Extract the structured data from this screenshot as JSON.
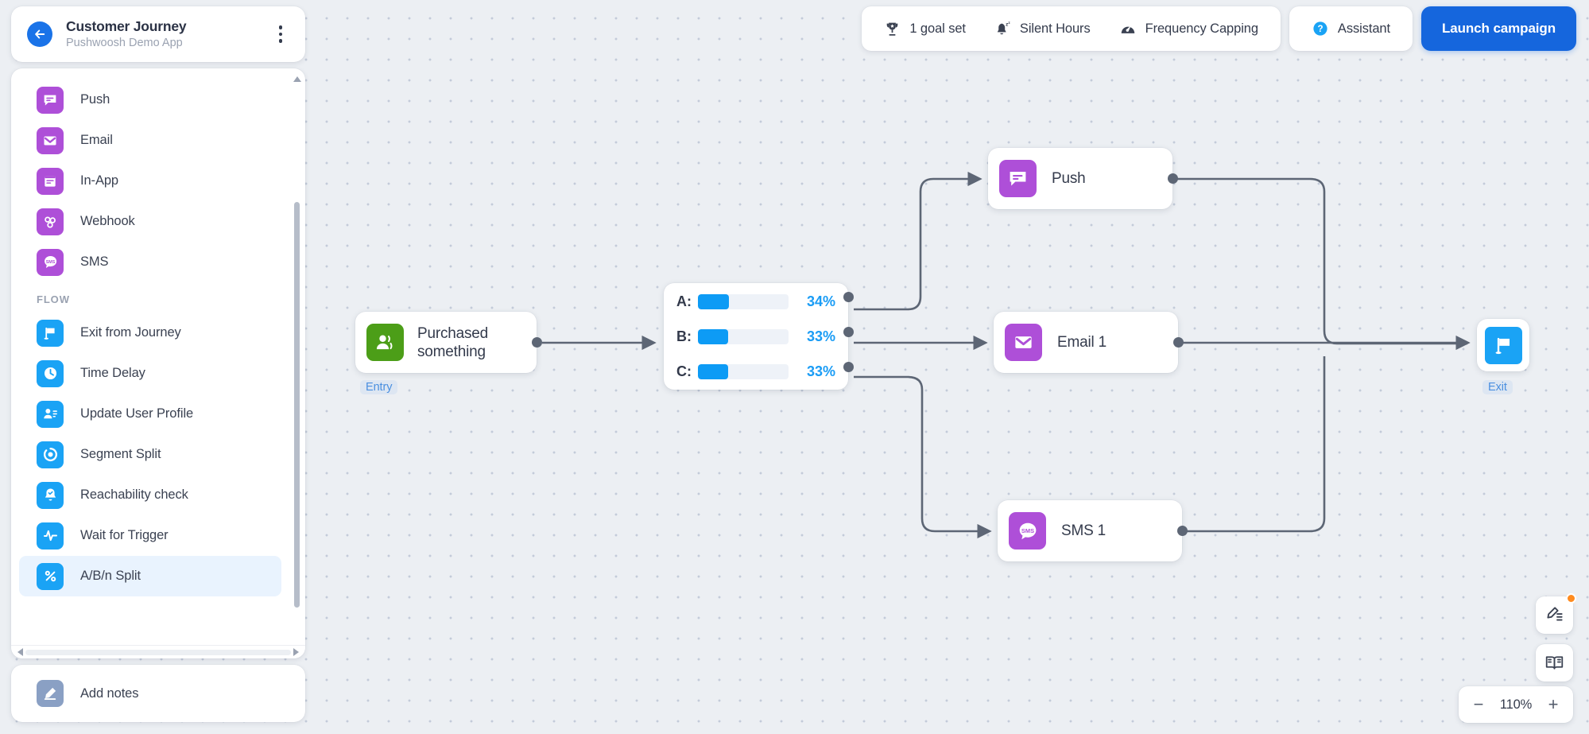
{
  "header": {
    "back_icon": "back-arrow-icon",
    "title": "Customer Journey",
    "subtitle": "Pushwoosh Demo App",
    "menu_icon": "kebab-menu-icon"
  },
  "sidebar": {
    "channels": [
      {
        "label": "Push",
        "icon": "push-icon",
        "color": "#ae4fd8"
      },
      {
        "label": "Email",
        "icon": "email-icon",
        "color": "#ae4fd8"
      },
      {
        "label": "In-App",
        "icon": "in-app-icon",
        "color": "#ae4fd8"
      },
      {
        "label": "Webhook",
        "icon": "webhook-icon",
        "color": "#ae4fd8"
      },
      {
        "label": "SMS",
        "icon": "sms-icon",
        "color": "#ae4fd8"
      }
    ],
    "section_title": "FLOW",
    "flow": [
      {
        "label": "Exit from Journey",
        "icon": "flag-icon",
        "color": "#1aa3f5",
        "selected": false
      },
      {
        "label": "Time Delay",
        "icon": "clock-icon",
        "color": "#1aa3f5",
        "selected": false
      },
      {
        "label": "Update User Profile",
        "icon": "user-edit-icon",
        "color": "#1aa3f5",
        "selected": false
      },
      {
        "label": "Segment Split",
        "icon": "segment-icon",
        "color": "#1aa3f5",
        "selected": false
      },
      {
        "label": "Reachability check",
        "icon": "bell-check-icon",
        "color": "#1aa3f5",
        "selected": false
      },
      {
        "label": "Wait for Trigger",
        "icon": "pulse-icon",
        "color": "#1aa3f5",
        "selected": false
      },
      {
        "label": "A/B/n Split",
        "icon": "percent-icon",
        "color": "#1aa3f5",
        "selected": true
      }
    ],
    "notes": {
      "label": "Add notes",
      "icon": "note-pen-icon",
      "color": "#8aa0c4"
    }
  },
  "toolbar": {
    "items": [
      {
        "label": "1 goal set",
        "icon": "trophy-icon"
      },
      {
        "label": "Silent Hours",
        "icon": "bell-sleep-icon"
      },
      {
        "label": "Frequency Capping",
        "icon": "speedometer-icon"
      }
    ],
    "assistant": {
      "label": "Assistant",
      "icon": "question-circle-icon"
    },
    "launch_label": "Launch campaign",
    "accent_color": "#1566dd"
  },
  "canvas": {
    "nodes": {
      "entry": {
        "label": "Purchased something",
        "icon": "audience-icon",
        "color": "#4c9e18",
        "badge": "Entry"
      },
      "push": {
        "label": "Push",
        "icon": "push-icon",
        "color": "#ae4fd8"
      },
      "email": {
        "label": "Email 1",
        "icon": "email-icon",
        "color": "#ae4fd8"
      },
      "sms": {
        "label": "SMS 1",
        "icon": "sms-icon",
        "color": "#ae4fd8"
      },
      "exit": {
        "icon": "flag-icon",
        "color": "#1aa3f5",
        "badge": "Exit"
      }
    },
    "split": {
      "bar_color": "#0d9bf5",
      "rows": [
        {
          "key": "A:",
          "percent": "34%",
          "value": 34
        },
        {
          "key": "B:",
          "percent": "33%",
          "value": 33
        },
        {
          "key": "C:",
          "percent": "33%",
          "value": 33
        }
      ]
    }
  },
  "controls": {
    "notes_fab": "note-edit-icon",
    "guide_fab": "book-icon",
    "zoom_out": "−",
    "zoom_level": "110%",
    "zoom_in": "+"
  }
}
